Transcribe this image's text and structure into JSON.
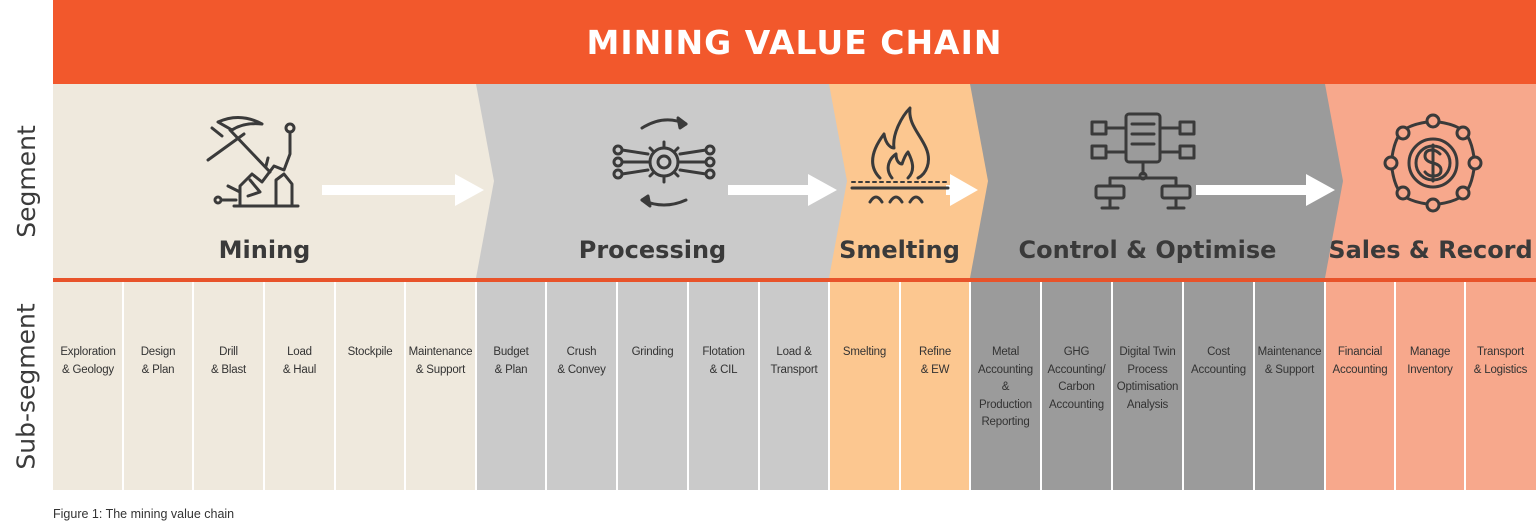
{
  "title": "MINING VALUE CHAIN",
  "row_labels": {
    "segment": "Segment",
    "sub_segment": "Sub-segment"
  },
  "segments": [
    {
      "name": "Mining",
      "icon": "pickaxe-rock-icon",
      "color": "#efe9dd"
    },
    {
      "name": "Processing",
      "icon": "gear-network-icon",
      "color": "#cacaca"
    },
    {
      "name": "Smelting",
      "icon": "flame-burner-icon",
      "color": "#fcc790"
    },
    {
      "name": "Control & Optimise",
      "icon": "server-network-icon",
      "color": "#9b9b9b"
    },
    {
      "name": "Sales & Record",
      "icon": "dollar-network-icon",
      "color": "#f7a88c"
    }
  ],
  "sub_segments": [
    "Exploration\n& Geology",
    "Design\n& Plan",
    "Drill\n& Blast",
    "Load\n& Haul",
    "Stockpile",
    "Maintenance\n& Support",
    "Budget\n& Plan",
    "Crush\n& Convey",
    "Grinding",
    "Flotation\n& CIL",
    "Load &\nTransport",
    "Smelting",
    "Refine\n& EW",
    "Metal\nAccounting\n&\nProduction\nReporting",
    "GHG\nAccounting/\nCarbon\nAccounting",
    "Digital Twin\nProcess\nOptimisation\nAnalysis",
    "Cost\nAccounting",
    "Maintenance\n& Support",
    "Financial\nAccounting",
    "Manage\nInventory",
    "Transport\n& Logistics"
  ],
  "caption": "Figure 1: The mining value chain"
}
